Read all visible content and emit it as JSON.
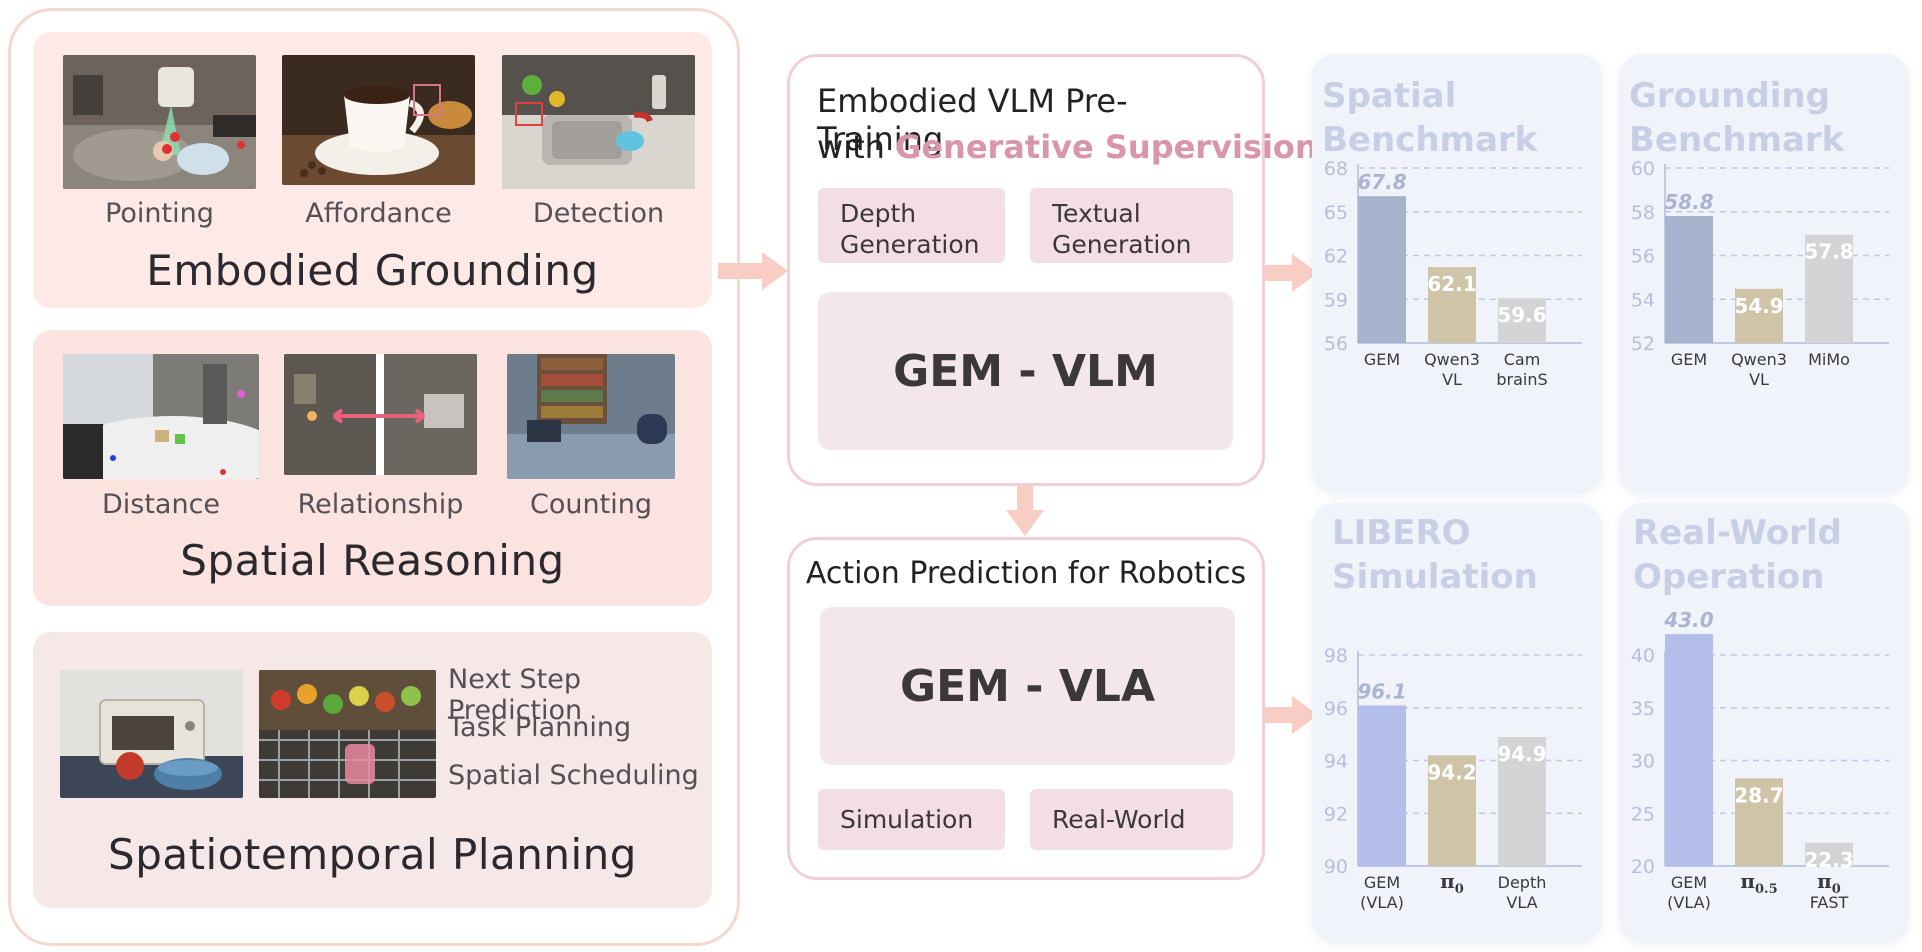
{
  "left": {
    "grounding": {
      "title": "Embodied Grounding",
      "items": [
        {
          "label": "Pointing"
        },
        {
          "label": "Affordance"
        },
        {
          "label": "Detection"
        }
      ]
    },
    "spatial": {
      "title": "Spatial Reasoning",
      "items": [
        {
          "label": "Distance"
        },
        {
          "label": "Relationship"
        },
        {
          "label": "Counting"
        }
      ]
    },
    "planning": {
      "title": "Spatiotemporal Planning",
      "tasks": [
        "Next Step Prediction",
        "Task Planning",
        "Spatial Scheduling"
      ]
    }
  },
  "middle": {
    "pretrain": {
      "title_line1": "Embodied VLM Pre-Training",
      "title_line2_plain": "with ",
      "title_line2_accent": "Generative Supervision",
      "pill_depth": "Depth\nGeneration",
      "pill_textual": "Textual\nGeneration",
      "model": "GEM - VLM"
    },
    "action": {
      "title": "Action Prediction for Robotics",
      "model": "GEM - VLA",
      "pill_sim": "Simulation",
      "pill_real": "Real-World"
    }
  },
  "colors": {
    "accent": "#d895ab",
    "gem_vlm_bar": "#a6b3cd",
    "gem_vla_bar": "#b3bfea",
    "qwen_bar": "#cfc4a8",
    "gray_bar": "#d4d3d6",
    "grid": "#c2c9e0",
    "axis_text": "#b6bfdc"
  },
  "chart_data": [
    {
      "type": "bar",
      "title": "Spatial\nBenchmark",
      "categories": [
        "GEM",
        "Qwen3\nVL",
        "Cam\nbrainS"
      ],
      "values": [
        67.8,
        62.1,
        59.6
      ],
      "value_labels": [
        "67.8",
        "62.1",
        "59.6"
      ],
      "yticks": [
        "56",
        "59",
        "62",
        "65",
        "68"
      ],
      "ylim": [
        56,
        69.5
      ],
      "colors": [
        "#a6b3cd",
        "#cfc4a8",
        "#d4d3d6"
      ]
    },
    {
      "type": "bar",
      "title": "Grounding\nBenchmark",
      "categories": [
        "GEM",
        "Qwen3\nVL",
        "MiMo"
      ],
      "values": [
        58.8,
        54.9,
        57.8
      ],
      "value_labels": [
        "58.8",
        "54.9",
        "57.8"
      ],
      "yticks": [
        "52",
        "54",
        "56",
        "58",
        "60"
      ],
      "ylim": [
        52,
        61
      ],
      "colors": [
        "#a6b3cd",
        "#cfc4a8",
        "#d4d3d6"
      ]
    },
    {
      "type": "bar",
      "title": "LIBERO\nSimulation",
      "categories": [
        "GEM\n(VLA)",
        "π0",
        "Depth\nVLA"
      ],
      "values": [
        96.1,
        94.2,
        94.9
      ],
      "value_labels": [
        "96.1",
        "94.2",
        "94.9"
      ],
      "yticks": [
        "90",
        "92",
        "94",
        "96",
        "98"
      ],
      "ylim": [
        90,
        99
      ],
      "colors": [
        "#b3bfea",
        "#cfc4a8",
        "#d4d3d6"
      ]
    },
    {
      "type": "bar",
      "title": "Real-World\nOperation",
      "categories": [
        "GEM\n(VLA)",
        "π0.5",
        "π0\nFAST"
      ],
      "values": [
        43.0,
        28.7,
        22.3
      ],
      "value_labels": [
        "43.0",
        "28.7",
        "22.3"
      ],
      "yticks": [
        "20",
        "25",
        "30",
        "35",
        "40"
      ],
      "ylim": [
        20,
        43.5
      ],
      "colors": [
        "#b3bfea",
        "#cfc4a8",
        "#d4d3d6"
      ]
    }
  ]
}
